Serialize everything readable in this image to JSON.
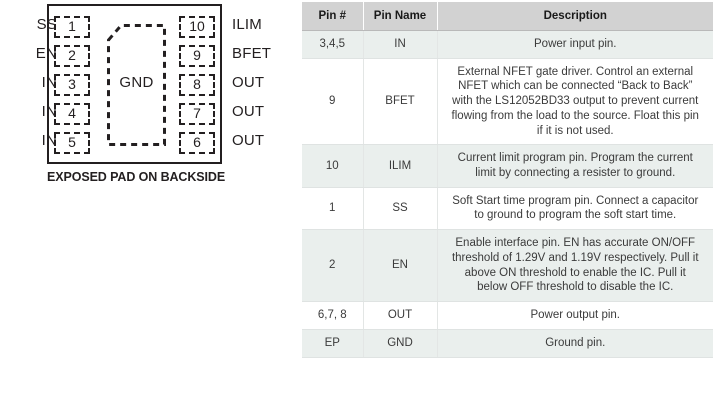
{
  "diagram": {
    "caption": "EXPOSED PAD ON BACKSIDE",
    "center_pad_label": "GND",
    "left_pins": [
      {
        "signal": "SS",
        "number": "1"
      },
      {
        "signal": "EN",
        "number": "2"
      },
      {
        "signal": "IN",
        "number": "3"
      },
      {
        "signal": "IN",
        "number": "4"
      },
      {
        "signal": "IN",
        "number": "5"
      }
    ],
    "right_pins": [
      {
        "signal": "ILIM",
        "number": "10"
      },
      {
        "signal": "BFET",
        "number": "9"
      },
      {
        "signal": "OUT",
        "number": "8"
      },
      {
        "signal": "OUT",
        "number": "7"
      },
      {
        "signal": "OUT",
        "number": "6"
      }
    ]
  },
  "table": {
    "headers": [
      "Pin #",
      "Pin Name",
      "Description"
    ],
    "rows": [
      {
        "pin": "3,4,5",
        "name": "IN",
        "description": "Power input pin."
      },
      {
        "pin": "9",
        "name": "BFET",
        "description": "External NFET gate driver. Control an external NFET which can be connected “Back to Back” with the LS12052BD33 output to prevent current flowing from the load to the source. Float this pin if it is not used."
      },
      {
        "pin": "10",
        "name": "ILIM",
        "description": "Current limit program pin. Program the current limit by connecting a resister to ground."
      },
      {
        "pin": "1",
        "name": "SS",
        "description": "Soft Start time program pin. Connect a capacitor to ground to program the soft start time."
      },
      {
        "pin": "2",
        "name": "EN",
        "description": "Enable interface pin. EN has accurate ON/OFF threshold of 1.29V and 1.19V respectively. Pull it above ON threshold to enable the IC. Pull it below OFF threshold to disable the IC."
      },
      {
        "pin": "6,7, 8",
        "name": "OUT",
        "description": "Power output pin."
      },
      {
        "pin": "EP",
        "name": "GND",
        "description": "Ground pin."
      }
    ]
  },
  "colors": {
    "header_bg": "#d2d2d2",
    "stripe_bg": "#eaefed",
    "row_bg": "#ffffff",
    "ink": "#231f20",
    "text": "#3b3b3b"
  }
}
